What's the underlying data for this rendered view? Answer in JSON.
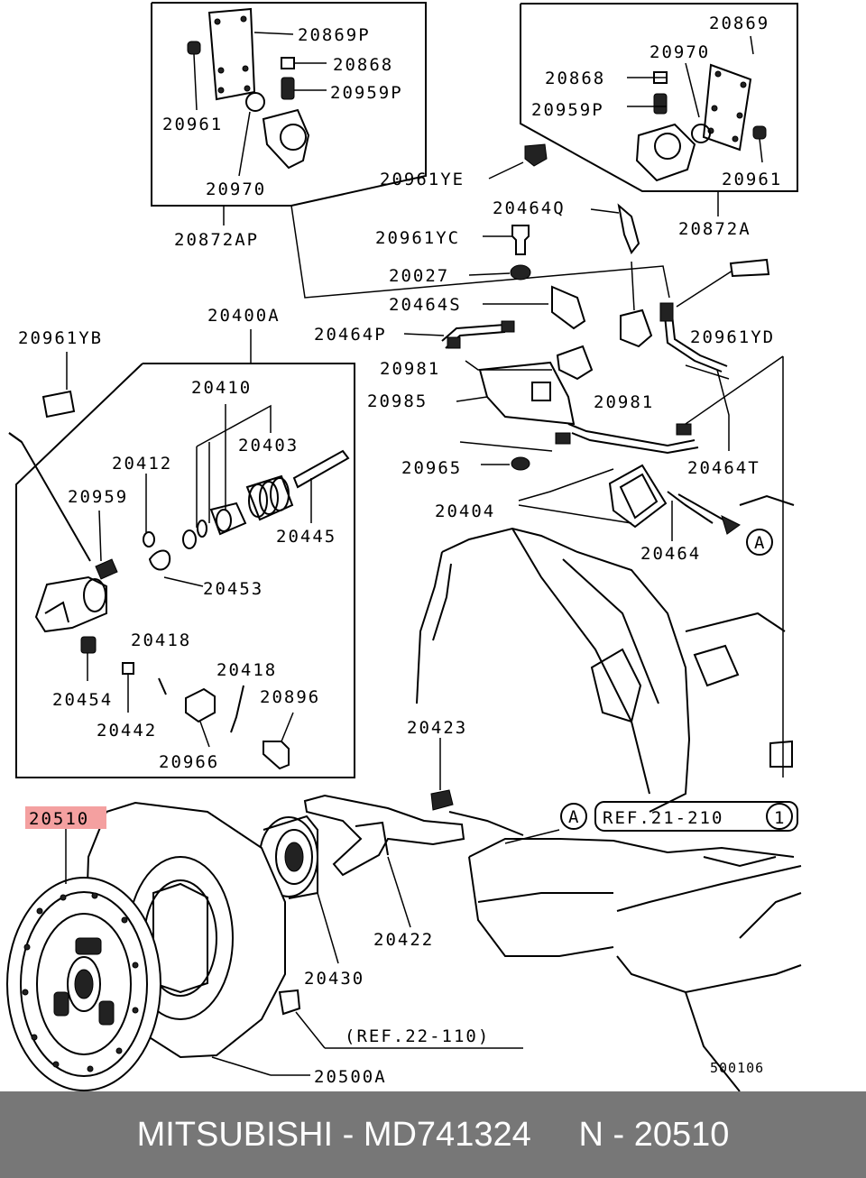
{
  "labels": {
    "p20869P": "20869P",
    "p20868a": "20868",
    "p20959Pa": "20959P",
    "p20961a": "20961",
    "p20970a": "20970",
    "p20872AP": "20872AP",
    "p20869": "20869",
    "p20970b": "20970",
    "p20868b": "20868",
    "p20959Pb": "20959P",
    "p20961b": "20961",
    "p20872A": "20872A",
    "p20961YE": "20961YE",
    "p20464Q": "20464Q",
    "p20961YC": "20961YC",
    "p20027": "20027",
    "p20464S": "20464S",
    "p20400A": "20400A",
    "p20961YB": "20961YB",
    "p20464P": "20464P",
    "p20961YD": "20961YD",
    "p20981a": "20981",
    "p20985": "20985",
    "p20981b": "20981",
    "p20410": "20410",
    "p20403": "20403",
    "p20412": "20412",
    "p20965": "20965",
    "p20464T": "20464T",
    "p20959": "20959",
    "p20404": "20404",
    "p20445": "20445",
    "p20464": "20464",
    "p20453": "20453",
    "p20418a": "20418",
    "p20418b": "20418",
    "p20454": "20454",
    "p20896": "20896",
    "p20442": "20442",
    "p20966": "20966",
    "p20423": "20423",
    "p20510": "20510",
    "p20422": "20422",
    "p20430": "20430",
    "p20500A": "20500A",
    "ref21": "REF.21-210",
    "ref21num": "1",
    "ref22": "(REF.22-110)",
    "circleA1": "A",
    "circleA2": "A",
    "diagramNo": "500106"
  },
  "highlight_color": "#f4a0a0",
  "footer": {
    "text": "MITSUBISHI - MD741324     N - 20510",
    "background": "#777777"
  }
}
